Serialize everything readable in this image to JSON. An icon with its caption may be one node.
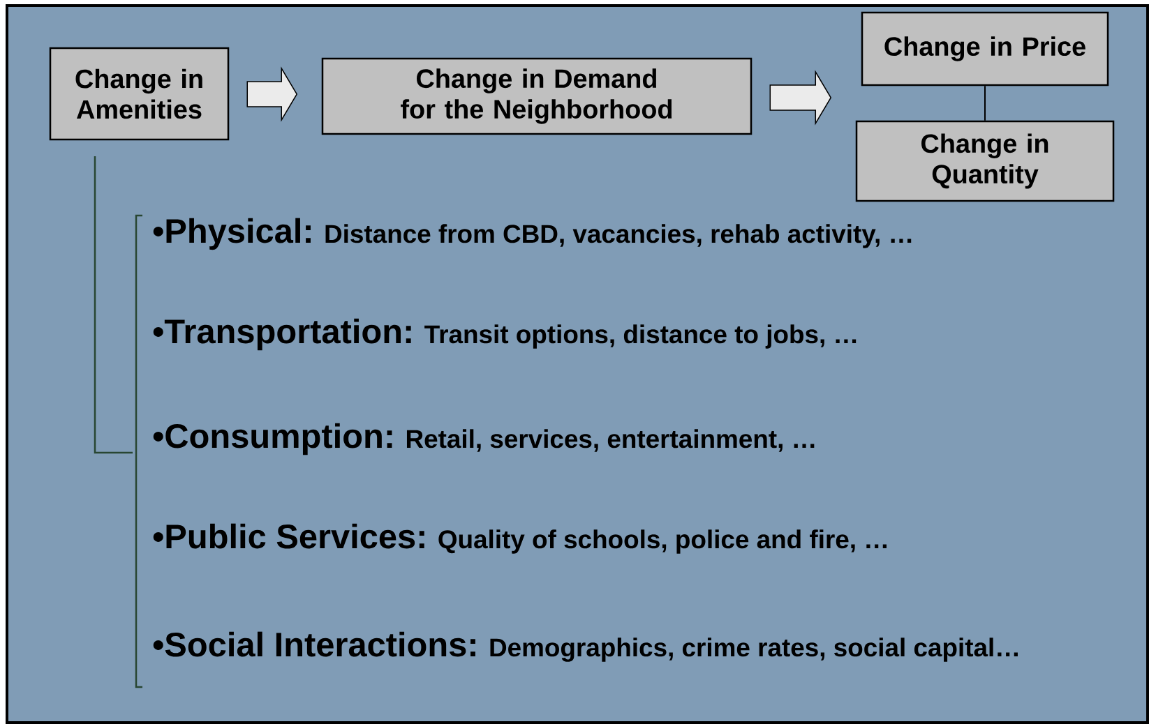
{
  "diagram": {
    "nodes": [
      {
        "text": [
          "Change in Amenities"
        ]
      },
      {
        "text": [
          "Change in Demand for the Neighborhood"
        ]
      },
      {
        "text": [
          "Change in Price"
        ]
      },
      {
        "text": [
          "Change in Quantity"
        ]
      }
    ],
    "edges": [
      {
        "from": 0,
        "to": 1,
        "arrow": "to"
      },
      {
        "from": 1,
        "to": 2,
        "arrow": "to"
      },
      {
        "from": 2,
        "to": 3,
        "arrow": "none"
      }
    ],
    "labels": [
      "•Physical:",
      "Distance from CBD, vacancies, rehab activity, …",
      "•Transportation:",
      "Transit options, distance to jobs, …",
      "•Consumption:",
      "Retail, services, entertainment, …",
      "•Public Services:",
      "Quality of schools, police and fire, …",
      "•Social Interactions:",
      "Demographics, crime rates, social capital…"
    ]
  }
}
